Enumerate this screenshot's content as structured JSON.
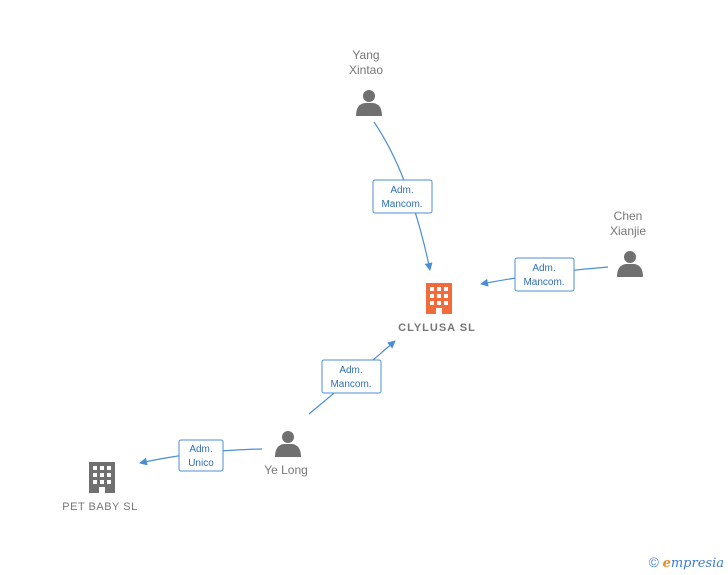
{
  "nodes": {
    "yang": {
      "line1": "Yang",
      "line2": "Xintao"
    },
    "chen": {
      "line1": "Chen",
      "line2": "Xianjie"
    },
    "ye": {
      "label": "Ye Long"
    },
    "clylusa": {
      "label": "CLYLUSA  SL"
    },
    "petbaby": {
      "label": "PET BABY  SL"
    }
  },
  "edges": {
    "yang_clylusa": {
      "line1": "Adm.",
      "line2": "Mancom."
    },
    "chen_clylusa": {
      "line1": "Adm.",
      "line2": "Mancom."
    },
    "ye_clylusa": {
      "line1": "Adm.",
      "line2": "Mancom."
    },
    "ye_petbaby": {
      "line1": "Adm.",
      "line2": "Unico"
    }
  },
  "colors": {
    "accent": "#4a8fd6",
    "focus_company": "#f26b3a",
    "company": "#707070",
    "person": "#707070"
  },
  "footer": {
    "symbol": "©",
    "brand_e": "e",
    "brand_rest": "mpresia"
  }
}
